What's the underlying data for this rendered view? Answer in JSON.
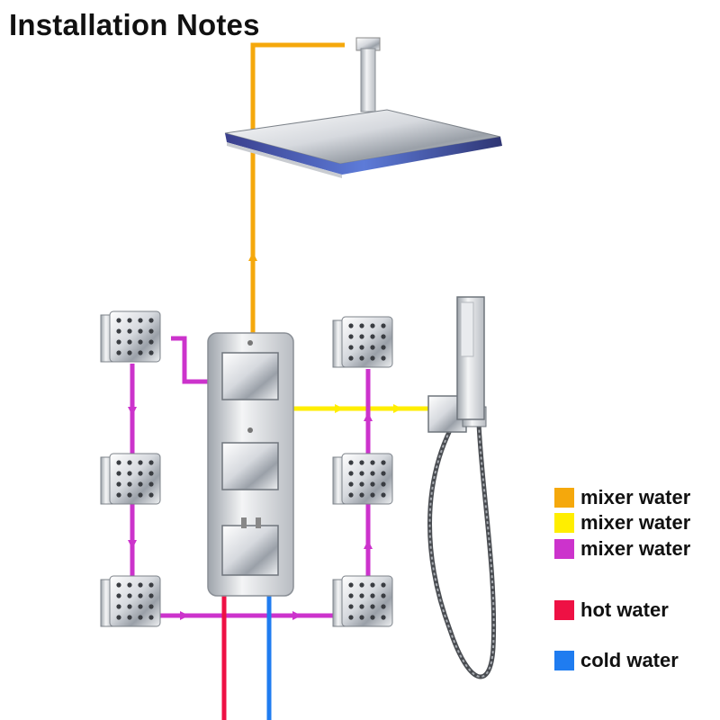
{
  "title": "Installation Notes",
  "colors": {
    "orange": "#f5a80c",
    "yellow": "#ffee00",
    "magenta": "#cc33cc",
    "red": "#ee1144",
    "blue": "#1f7cf0"
  },
  "components": {
    "rain_shower_head": "led-rain-shower-head",
    "thermostatic_valve": "three-handle-thermostatic-valve",
    "body_jets": 6,
    "handheld_shower": "handheld-shower-with-hose"
  },
  "legend": [
    {
      "label": "mixer water",
      "color": "#f5a80c"
    },
    {
      "label": "mixer water",
      "color": "#ffee00"
    },
    {
      "label": "mixer water",
      "color": "#cc33cc"
    },
    {
      "label": "hot water",
      "color": "#ee1144"
    },
    {
      "label": "cold water",
      "color": "#1f7cf0"
    }
  ]
}
